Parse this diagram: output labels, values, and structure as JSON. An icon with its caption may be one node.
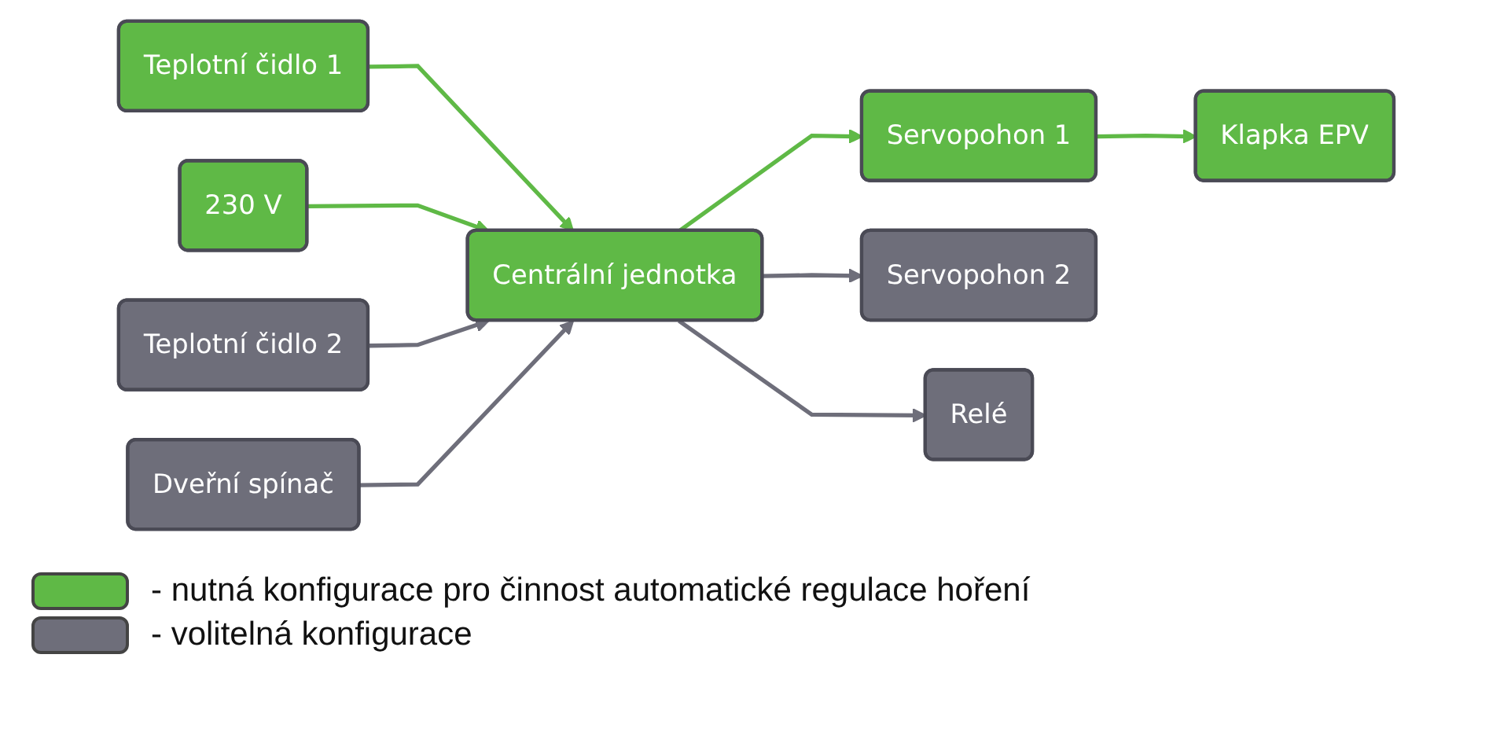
{
  "diagram": {
    "nodes": [
      {
        "text": [
          "Teplotní čidlo 1"
        ]
      },
      {
        "text": [
          "230 V"
        ]
      },
      {
        "text": [
          "Teplotní čidlo 2"
        ]
      },
      {
        "text": [
          "Dveřní spínač"
        ]
      },
      {
        "text": [
          "Centrální jednotka"
        ]
      },
      {
        "text": [
          "Servopohon 1"
        ]
      },
      {
        "text": [
          "Klapka EPV"
        ]
      },
      {
        "text": [
          "Servopohon 2"
        ]
      },
      {
        "text": [
          "Relé"
        ]
      }
    ],
    "edges": [
      {
        "from": 0,
        "to": 4,
        "arrow": "to",
        "color": "#5fb946"
      },
      {
        "from": 1,
        "to": 4,
        "arrow": "to",
        "color": "#5fb946"
      },
      {
        "from": 2,
        "to": 4,
        "arrow": "to",
        "color": "#6e6e7a"
      },
      {
        "from": 3,
        "to": 4,
        "arrow": "to",
        "color": "#6e6e7a"
      },
      {
        "from": 4,
        "to": 5,
        "arrow": "to",
        "color": "#5fb946"
      },
      {
        "from": 5,
        "to": 6,
        "arrow": "to",
        "color": "#5fb946"
      },
      {
        "from": 4,
        "to": 7,
        "arrow": "to",
        "color": "#6e6e7a"
      },
      {
        "from": 4,
        "to": 8,
        "arrow": "to",
        "color": "#6e6e7a"
      }
    ],
    "legend": [
      {
        "text": "- nutná konfigurace pro činnost automatické regulace hoření",
        "color": "#5fb946"
      },
      {
        "text": "- volitelná konfigurace",
        "color": "#6e6e7a"
      }
    ]
  }
}
